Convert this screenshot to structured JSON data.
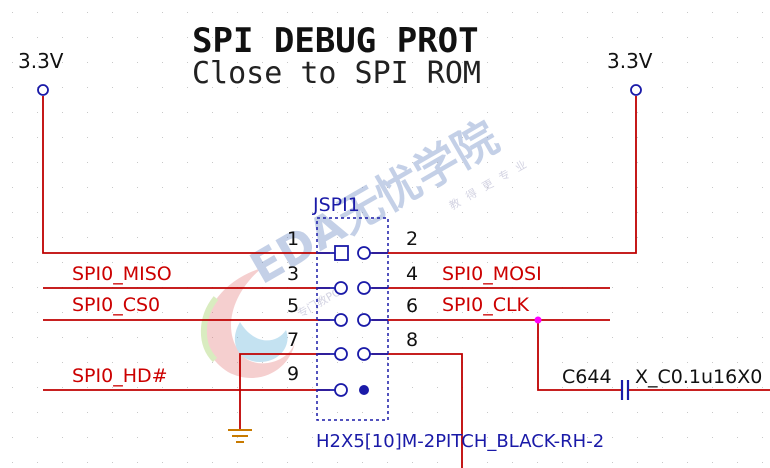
{
  "title": "SPI DEBUG PROT",
  "subtitle": "Close to SPI ROM",
  "power_left": "3.3V",
  "power_right": "3.3V",
  "connector": {
    "ref": "JSPI1",
    "part": "H2X5[10]M-2PITCH_BLACK-RH-2",
    "pins": [
      "1",
      "2",
      "3",
      "4",
      "5",
      "6",
      "7",
      "8",
      "9"
    ]
  },
  "nets": {
    "miso": "SPI0_MISO",
    "mosi": "SPI0_MOSI",
    "cs0": "SPI0_CS0",
    "clk": "SPI0_CLK",
    "hd": "SPI0_HD#"
  },
  "capacitor": "C644",
  "capacitor_value": "X_C0.1u16X0",
  "watermark": {
    "logo_text": "EDA无忧学院",
    "sub_text": "专门教PCB",
    "tagline": "教得更专业"
  },
  "colors": {
    "wire": "#bf0000",
    "label": "#cc0000",
    "component": "#1a1aa8",
    "junction": "#ff00ff",
    "ground": "#c87a00"
  }
}
